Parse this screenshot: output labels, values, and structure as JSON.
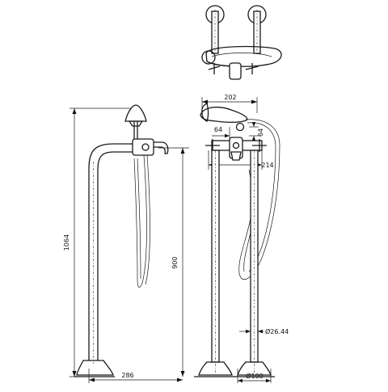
{
  "dimensions": {
    "total_height": "1064",
    "spout_height": "900",
    "left_base_width": "286",
    "top_width": "202",
    "handle_offset_left": "64",
    "handle_offset_right": "64",
    "valve_width": "214",
    "pipe_diameter": "Ø26.44",
    "base_diameter": "Ø100"
  }
}
